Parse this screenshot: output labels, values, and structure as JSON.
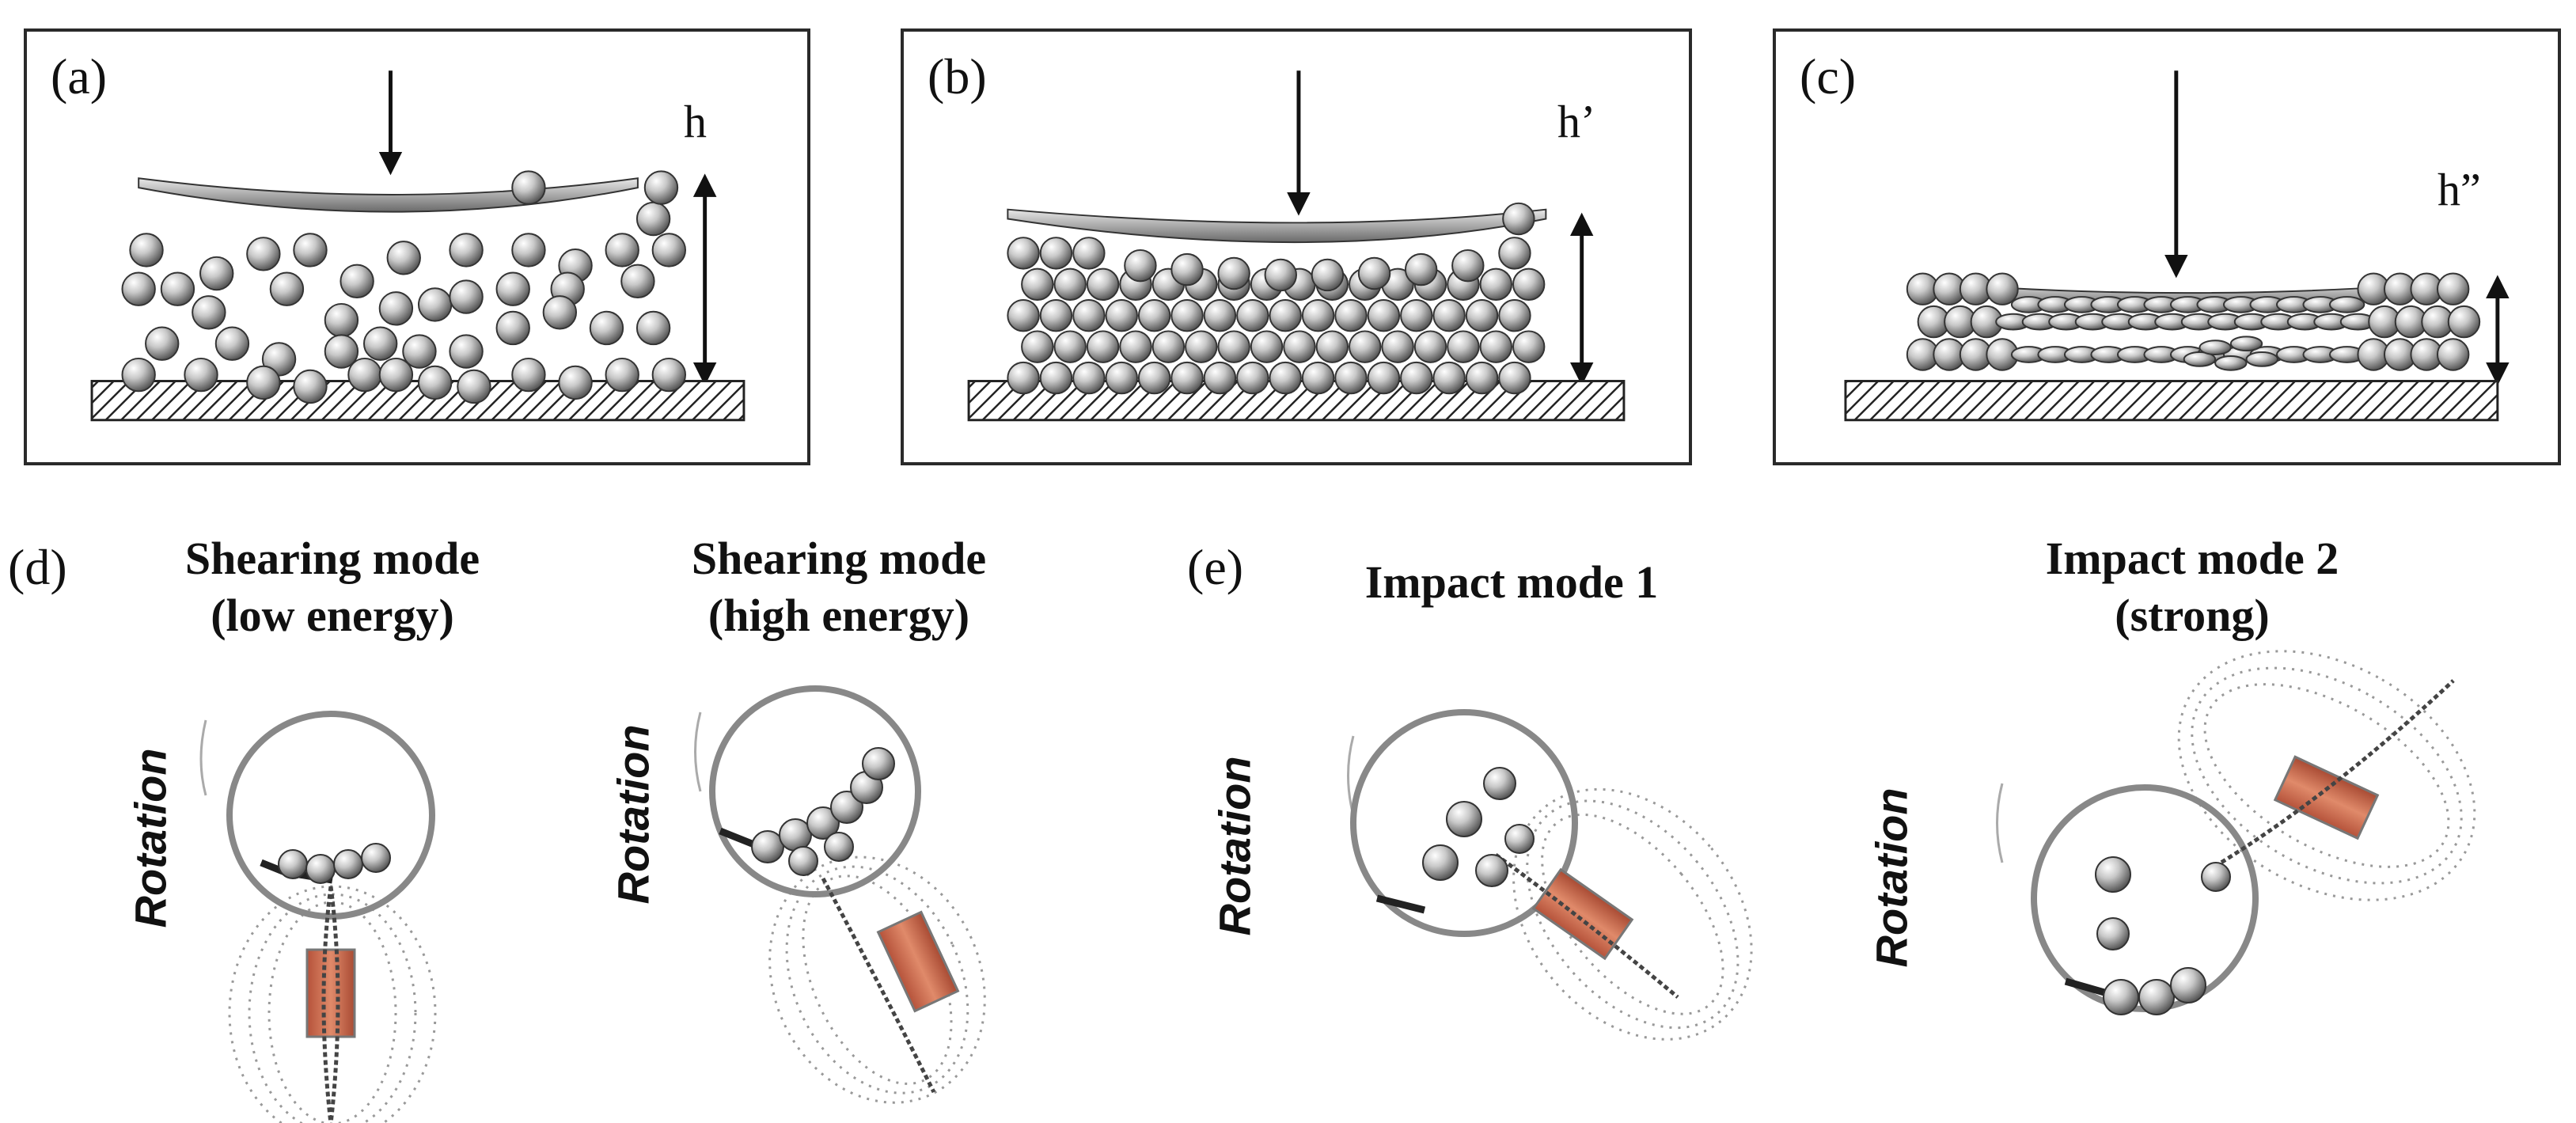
{
  "panels": [
    {
      "id": "a",
      "label": "(a)",
      "height_label": "h"
    },
    {
      "id": "b",
      "label": "(b)",
      "height_label": "h’"
    },
    {
      "id": "c",
      "label": "(c)",
      "height_label": "h”"
    }
  ],
  "section_labels": {
    "d": "(d)",
    "e": "(e)"
  },
  "modes": [
    {
      "id": "shear-low",
      "title_lines": [
        "Shearing mode",
        "(low energy)"
      ],
      "rotation": "Rotation"
    },
    {
      "id": "shear-high",
      "title_lines": [
        "Shearing mode",
        "(high energy)"
      ],
      "rotation": "Rotation"
    },
    {
      "id": "impact-1",
      "title_lines": [
        "Impact mode 1"
      ],
      "rotation": "Rotation"
    },
    {
      "id": "impact-2",
      "title_lines": [
        "Impact mode 2",
        "(strong)"
      ],
      "rotation": "Rotation"
    }
  ]
}
